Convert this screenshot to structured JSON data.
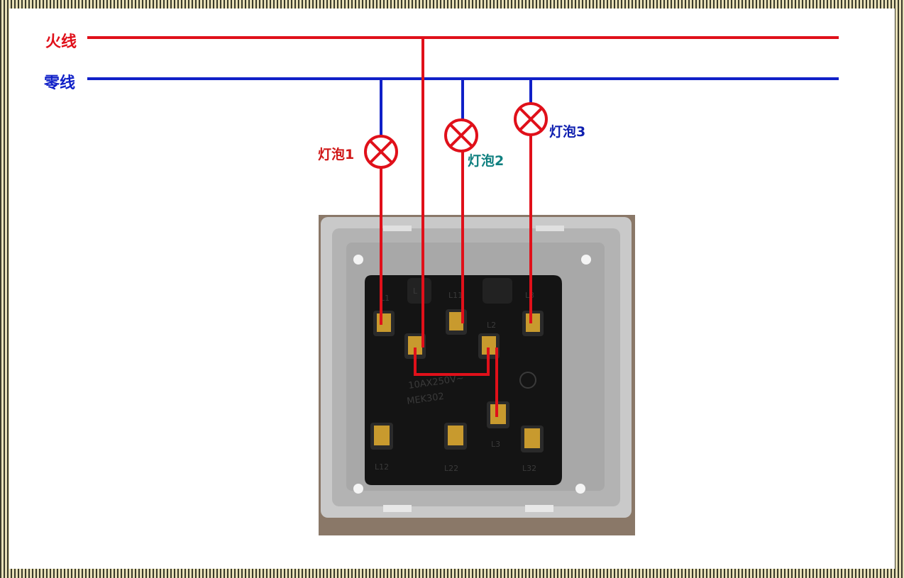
{
  "labels": {
    "live": "火线",
    "neutral": "零线",
    "bulb1": "灯泡1",
    "bulb2": "灯泡2",
    "bulb3": "灯泡3"
  },
  "switch_terminals": {
    "top": [
      "L1",
      "L",
      "L11",
      "L2",
      "L3"
    ],
    "bottom": [
      "L12",
      "L22",
      "L3",
      "L32"
    ],
    "rating": "10AX250V~",
    "model": "MEK302"
  },
  "colors": {
    "live": "#e0101a",
    "neutral": "#1020c8",
    "bulb_stroke": "#e0101a",
    "bulb1_label": "#d01818",
    "bulb2_label": "#108080",
    "bulb3_label": "#1020b0"
  }
}
